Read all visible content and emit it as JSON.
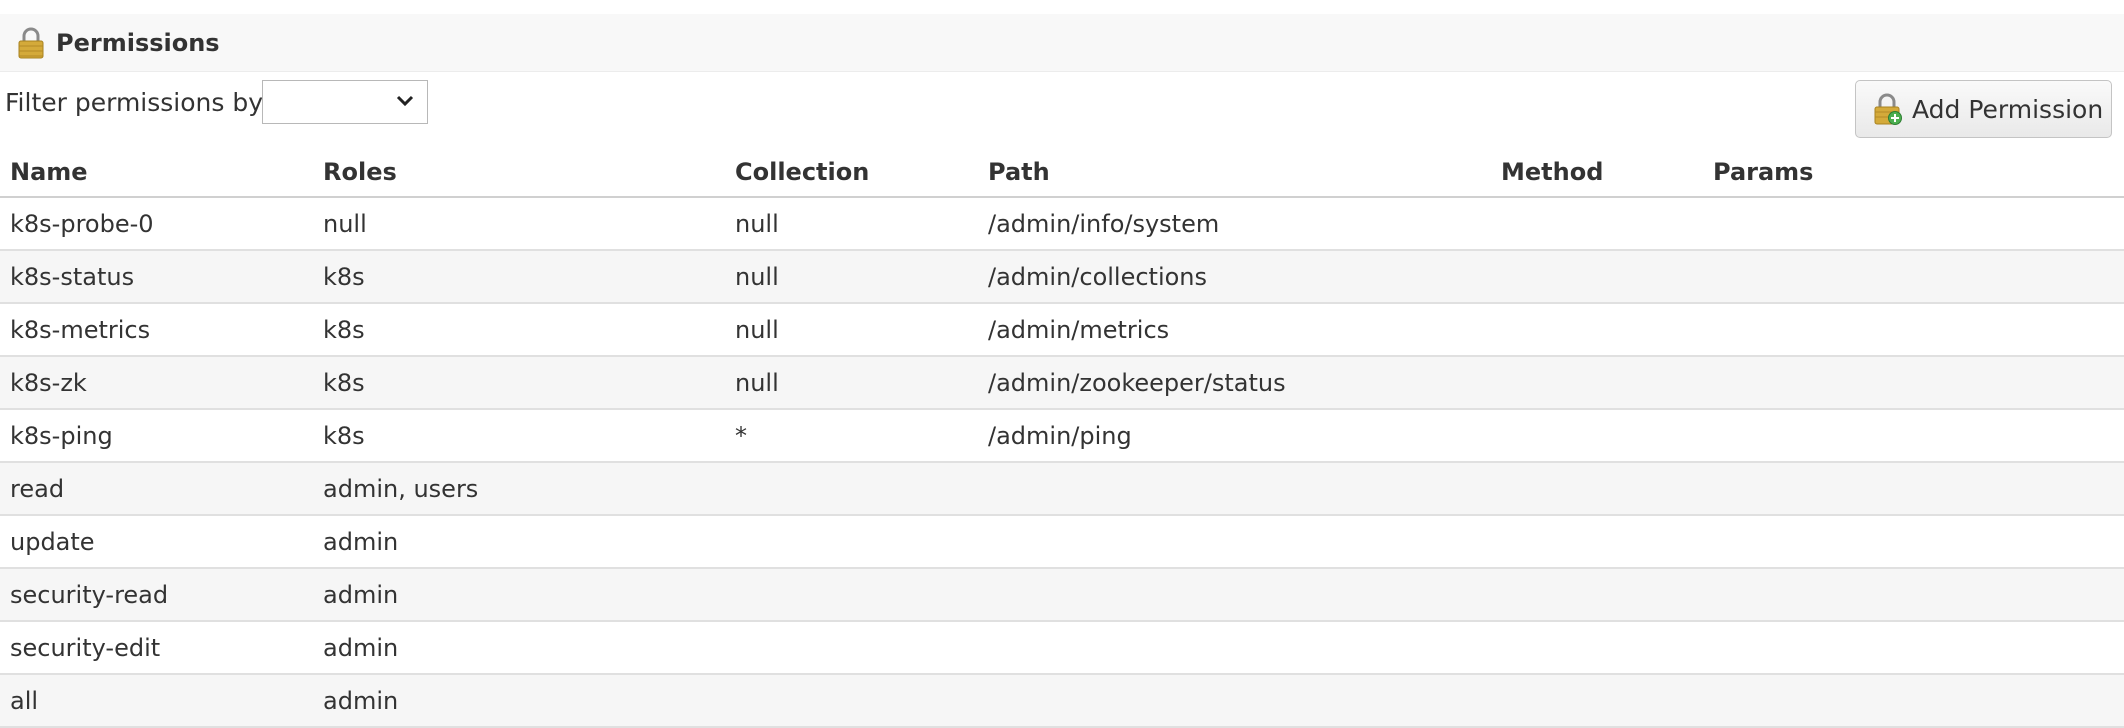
{
  "panel": {
    "title": "Permissions",
    "icon": "lock-icon"
  },
  "filter": {
    "label": "Filter permissions by:",
    "selected": ""
  },
  "toolbar": {
    "add_label": "Add Permission",
    "add_icon": "lock-add-icon"
  },
  "table": {
    "headers": {
      "name": "Name",
      "roles": "Roles",
      "collection": "Collection",
      "path": "Path",
      "method": "Method",
      "params": "Params"
    },
    "rows": [
      {
        "name": "k8s-probe-0",
        "roles": "null",
        "collection": "null",
        "path": "/admin/info/system",
        "method": "",
        "params": ""
      },
      {
        "name": "k8s-status",
        "roles": "k8s",
        "collection": "null",
        "path": "/admin/collections",
        "method": "",
        "params": ""
      },
      {
        "name": "k8s-metrics",
        "roles": "k8s",
        "collection": "null",
        "path": "/admin/metrics",
        "method": "",
        "params": ""
      },
      {
        "name": "k8s-zk",
        "roles": "k8s",
        "collection": "null",
        "path": "/admin/zookeeper/status",
        "method": "",
        "params": ""
      },
      {
        "name": "k8s-ping",
        "roles": "k8s",
        "collection": "*",
        "path": "/admin/ping",
        "method": "",
        "params": ""
      },
      {
        "name": "read",
        "roles": "admin, users",
        "collection": "",
        "path": "",
        "method": "",
        "params": ""
      },
      {
        "name": "update",
        "roles": "admin",
        "collection": "",
        "path": "",
        "method": "",
        "params": ""
      },
      {
        "name": "security-read",
        "roles": "admin",
        "collection": "",
        "path": "",
        "method": "",
        "params": ""
      },
      {
        "name": "security-edit",
        "roles": "admin",
        "collection": "",
        "path": "",
        "method": "",
        "params": ""
      },
      {
        "name": "all",
        "roles": "admin",
        "collection": "",
        "path": "",
        "method": "",
        "params": ""
      }
    ]
  },
  "colors": {
    "header_bg": "#f8f8f8",
    "stripe_bg": "#f6f6f6",
    "lock_gold": "#c9a227"
  }
}
